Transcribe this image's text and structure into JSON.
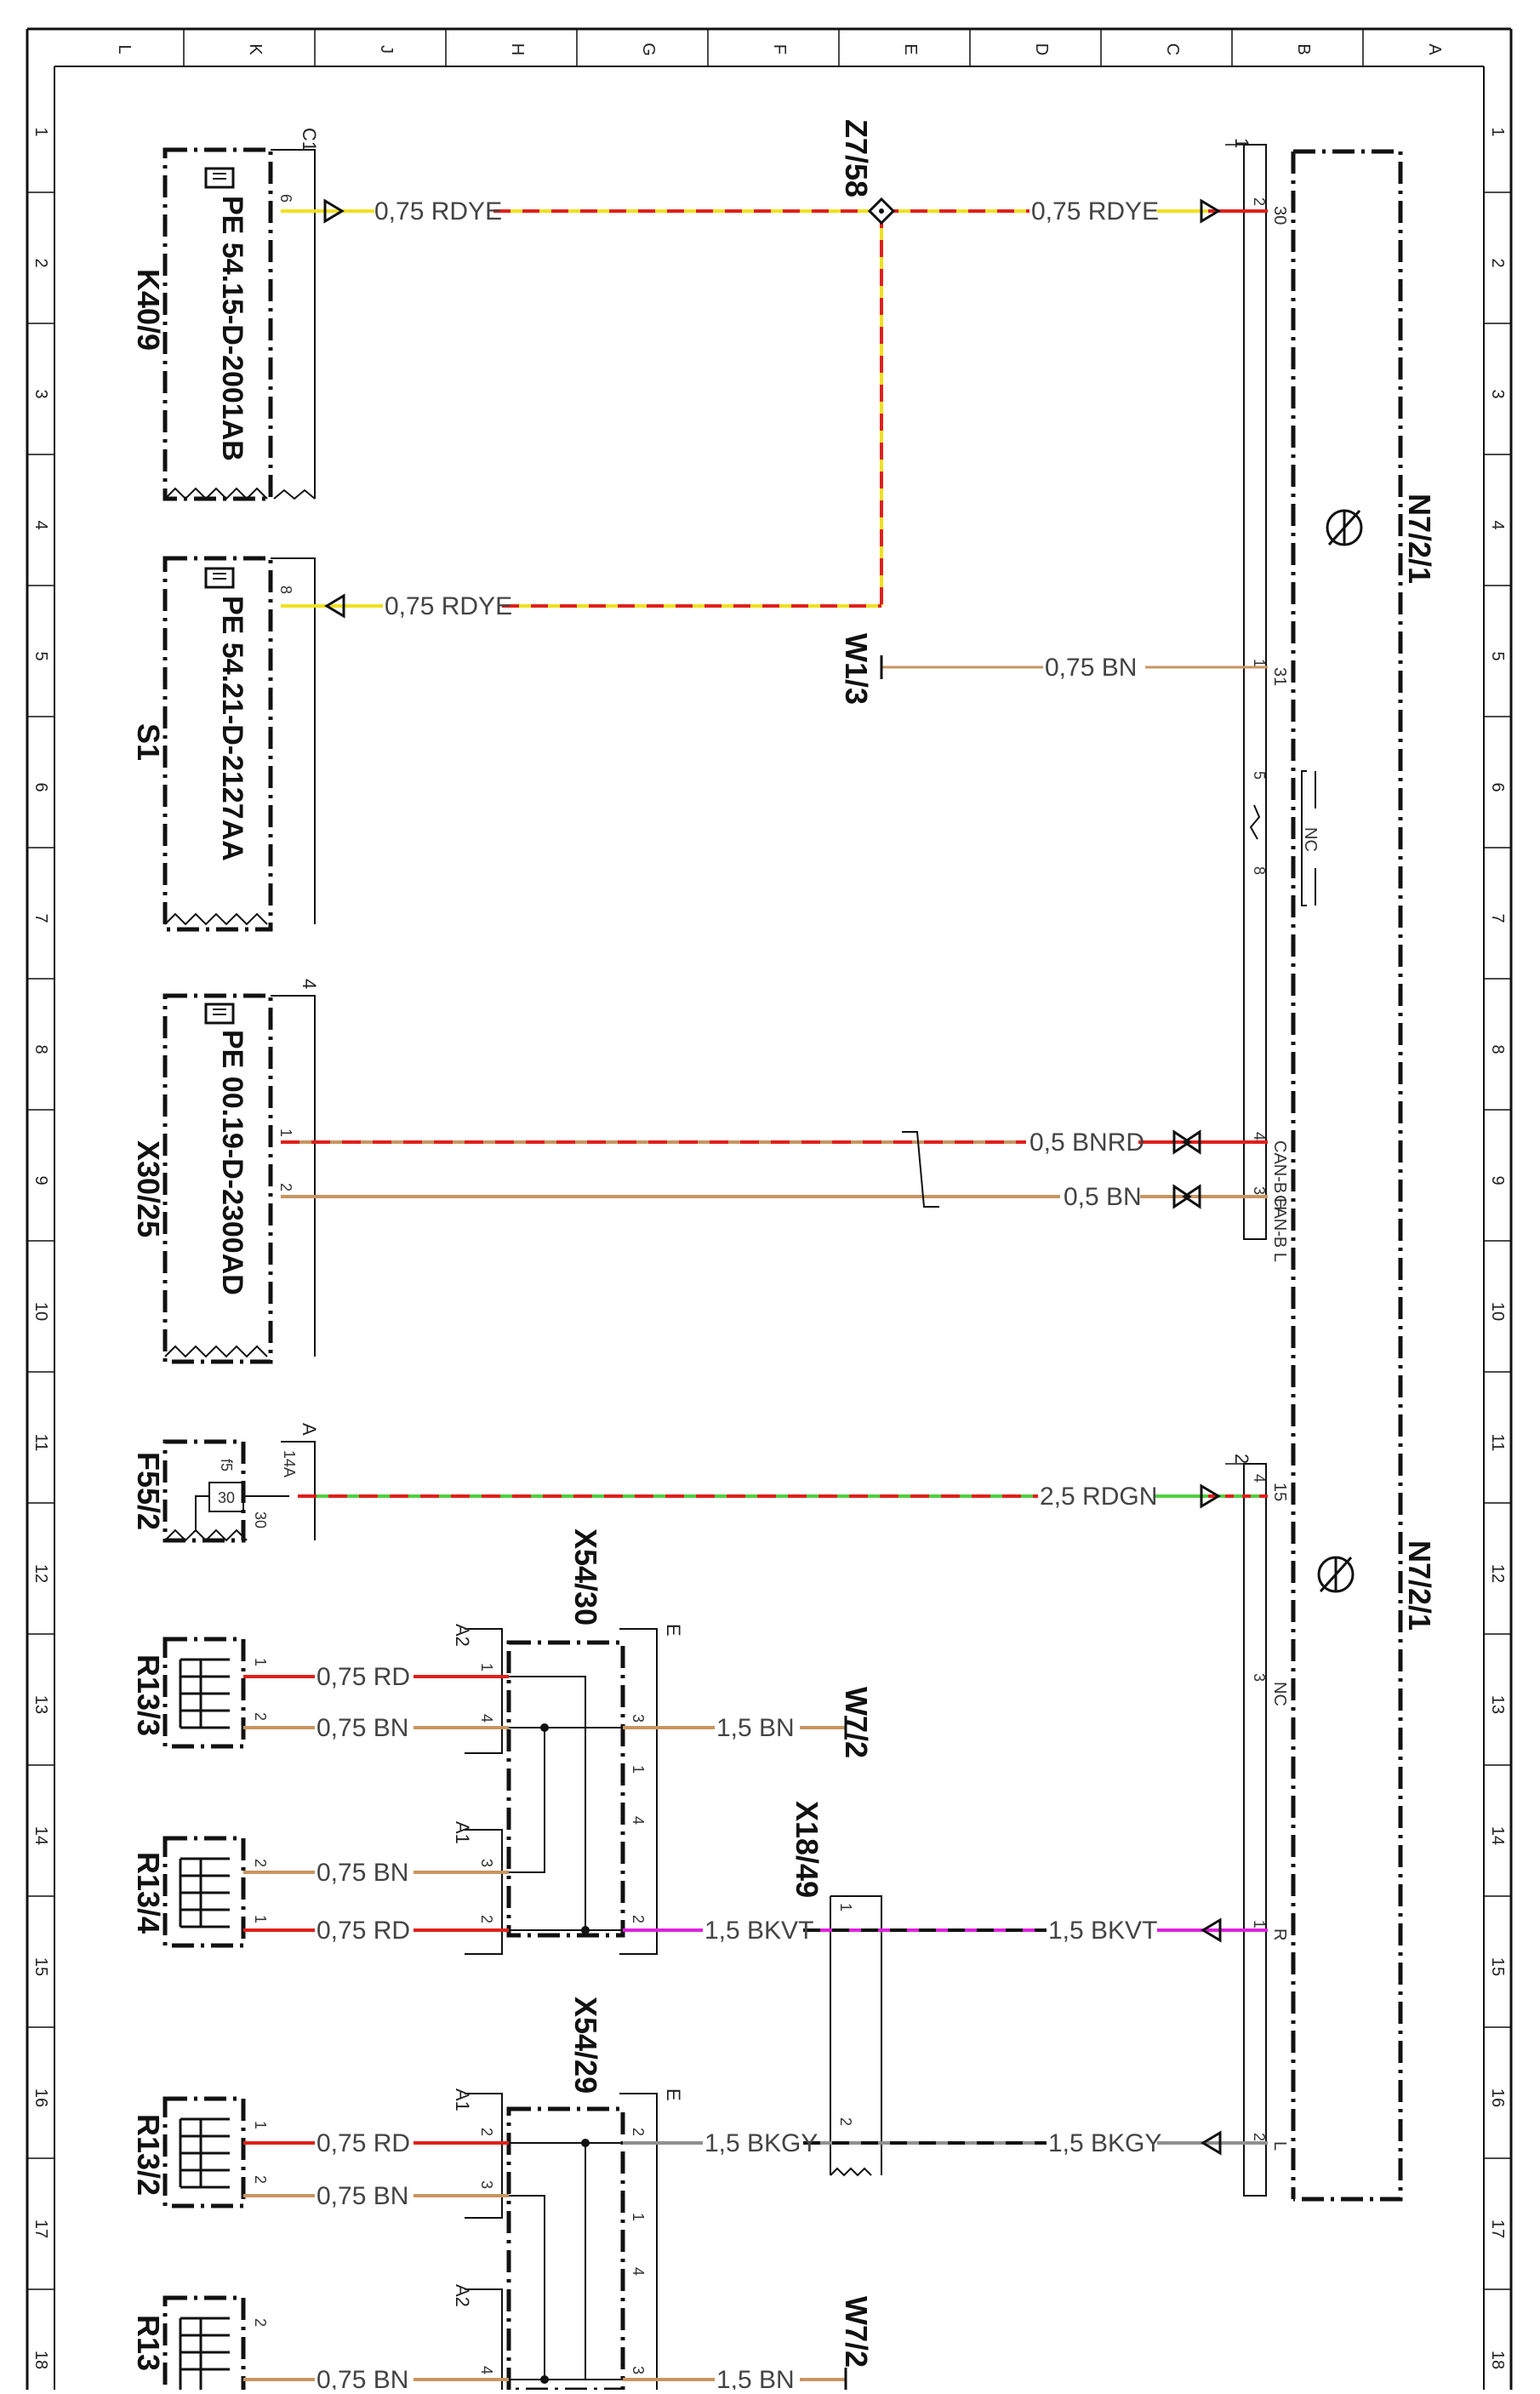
{
  "frame": {
    "col_letters": [
      "L",
      "K",
      "J",
      "H",
      "G",
      "F",
      "E",
      "D",
      "C",
      "B",
      "A"
    ],
    "row_numbers": [
      "1",
      "2",
      "3",
      "4",
      "5",
      "6",
      "7",
      "8",
      "9",
      "10",
      "11",
      "12",
      "13",
      "14",
      "15",
      "16",
      "17",
      "18"
    ]
  },
  "components": {
    "k40_9": {
      "id": "K40/9",
      "connector": "C1",
      "pe": "PE 54.15-D-2001AB",
      "pin": "6"
    },
    "s1": {
      "id": "S1",
      "pe": "PE 54.21-D-2127AA",
      "pin": "8"
    },
    "x30_25": {
      "id": "X30/25",
      "connector": "4",
      "pe": "PE 00.19-D-2300AD",
      "pins": [
        "1",
        "2"
      ]
    },
    "f55_2": {
      "id": "F55/2",
      "connector": "A",
      "pin": "14A",
      "fuse": "f5",
      "fuse_value": "30",
      "fuse_pin": "30"
    },
    "z7_58": {
      "id": "Z7/58"
    },
    "w1_3": {
      "id": "W1/3"
    },
    "w7_2": {
      "id": "W7/2"
    },
    "n7_1_upper": {
      "id": "N7/2/1",
      "connector": "1",
      "pins": [
        {
          "num": "2",
          "sig": "30"
        },
        {
          "num": "1",
          "sig": "31"
        },
        {
          "num": "5",
          "sig": ""
        },
        {
          "num": "8",
          "sig": ""
        },
        {
          "num": "4",
          "sig": "CAN-B H"
        },
        {
          "num": "3",
          "sig": "CAN-B L"
        }
      ],
      "nc": "NC"
    },
    "n7_1_lower": {
      "id": "N7/2/1",
      "connector": "2",
      "pins": [
        {
          "num": "4",
          "sig": "15"
        },
        {
          "num": "3",
          "sig": "NC"
        },
        {
          "num": "1",
          "sig": "R"
        },
        {
          "num": "2",
          "sig": "L"
        }
      ]
    },
    "x54_30": {
      "id": "X54/30",
      "conn_left_top": "A2",
      "conn_left_bot": "A1",
      "conn_right": "E",
      "left_pins": [
        "1",
        "4",
        "3",
        "2"
      ],
      "right_pins": [
        "3",
        "1",
        "4",
        "2"
      ]
    },
    "x54_29": {
      "id": "X54/29",
      "conn_left_top": "A1",
      "conn_left_bot": "A2",
      "conn_right": "E",
      "left_pins": [
        "2",
        "3",
        "4"
      ],
      "right_pins": [
        "2",
        "1",
        "4",
        "3"
      ]
    },
    "x18_49": {
      "id": "X18/49",
      "pins": [
        "1",
        "2"
      ]
    },
    "r13_3": {
      "id": "R13/3",
      "pins": [
        "1",
        "2"
      ]
    },
    "r13_4": {
      "id": "R13/4",
      "pins": [
        "2",
        "1"
      ]
    },
    "r13_2": {
      "id": "R13/2",
      "pins": [
        "1",
        "2"
      ]
    },
    "r13_x": {
      "id": "R13",
      "pins": [
        "2"
      ]
    }
  },
  "wires": {
    "k40_rdye": "0,75 RDYE",
    "n7_rdye": "0,75 RDYE",
    "s1_rdye": "0,75 RDYE",
    "w13_bn": "0,75 BN",
    "can_h": "0,5 BNRD",
    "can_l": "0,5 BN",
    "rdgn": "2,5 RDGN",
    "r133_rd": "0,75 RD",
    "r133_bn": "0,75 BN",
    "w72_bn_a": "1,5 BN",
    "r134_bn": "0,75 BN",
    "r134_rd": "0,75 RD",
    "bkvt_a": "1,5 BKVT",
    "bkvt_b": "1,5 BKVT",
    "r132_rd": "0,75 RD",
    "r132_bn": "0,75 BN",
    "bkgy_a": "1,5 BKGY",
    "bkgy_b": "1,5 BKGY",
    "r13x_bn": "0,75 BN",
    "w72_bn_b": "1,5 BN"
  },
  "colors": {
    "red": "#e0201a",
    "yellow": "#f0e020",
    "brown": "#c89560",
    "green": "#50d040",
    "magenta": "#e020e0",
    "grey": "#909090",
    "black": "#111111"
  }
}
